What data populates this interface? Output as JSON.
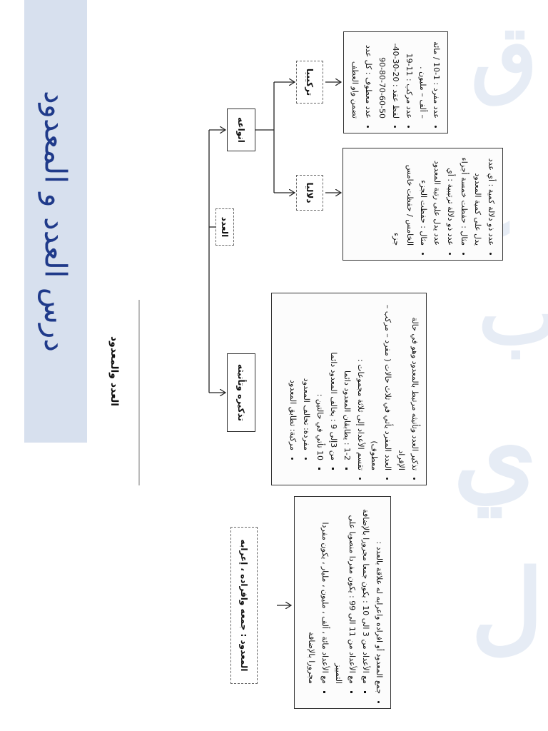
{
  "title": "درس العدد و المعدود",
  "subtitle": "العدد والمعدود",
  "nodes": {
    "root": "العدد",
    "anwaa": "انواعه",
    "dalalia": "دلاليا",
    "tarkibia": "تركيبيا",
    "tadhkir": "تذكيره وتأنيثه",
    "maadud": "المعدود : جمعه وافراده ، إعرابه"
  },
  "tarkibia_box": [
    "عدد مفرد : 1-10 / مائة – ألف – مليون .",
    "عدد مركب : 11-19",
    "لفظ عقد : 20-30-40-50-60-70-80-90",
    "عدد معطوف : كل عدد تضمن واو العطف"
  ],
  "dalalia_box": [
    "عدد ذو دلالة كمية : أي عدد يدل على كمية المعدود",
    "مثال : حفظت خمسة أجزاء",
    "عدد ذو دلالة ترتيبية : أي عدد يدل على رتبة المعدود",
    "مثال : حفظت الجزء الخامس / حفظت خامس جزء"
  ],
  "tadhkir_box": {
    "b1": "تذكير العدد وتأنيثه مرتبط بالمعدود وهو في حالة الإفراد",
    "b2": "العدد المفرد يأتي في ثلاث حالات ( مفرد – مركب – معطوف)",
    "b3": "تقسم الأعداد إلى ثلاثة مجموعات :",
    "s1": "1-2 : يطابقان المعدود دائما",
    "s2": "من 3إلى 9 : يخالف المعدود دائما",
    "s3": "10 تأتي في حالتين :",
    "d1": "مفردة: تخالف المعدود",
    "d2": "مركبة: تطابق المعدود"
  },
  "maadud_box": {
    "b1": "جمع المعدود أو افراده واعرابه له علاقة بالعدد :",
    "s1": "مع الأعداد من 3 الى 10 : يكون جمعا مجرورا بالإضافة",
    "s2": "مع الأعداد من 11 الى 99 : يكون مفردا منصوبا على التمييز",
    "s3": "مع الأعداد مائة ، ألف ، مليون ، مليار ، يكون مفردا مجرورا بالإضافة"
  },
  "colors": {
    "title": "#1f3a8a",
    "band": "#d7e0ee"
  }
}
